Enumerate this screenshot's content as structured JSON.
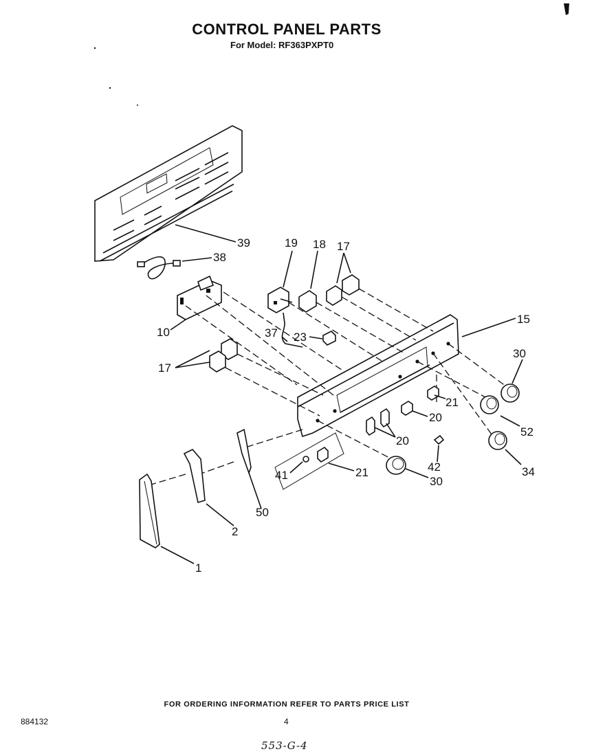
{
  "header": {
    "title": "CONTROL PANEL PARTS",
    "subtitle": "For Model: RF363PXPT0"
  },
  "callouts": [
    "39",
    "38",
    "19",
    "18",
    "17",
    "15",
    "10",
    "37",
    "23",
    "17",
    "30",
    "21",
    "20",
    "52",
    "20",
    "42",
    "34",
    "41",
    "21",
    "30",
    "50",
    "2",
    "1"
  ],
  "footer": {
    "ordering_note": "FOR ORDERING INFORMATION REFER TO PARTS PRICE LIST",
    "doc_number": "884132",
    "page_number": "4",
    "handwritten": "553-G-4"
  }
}
